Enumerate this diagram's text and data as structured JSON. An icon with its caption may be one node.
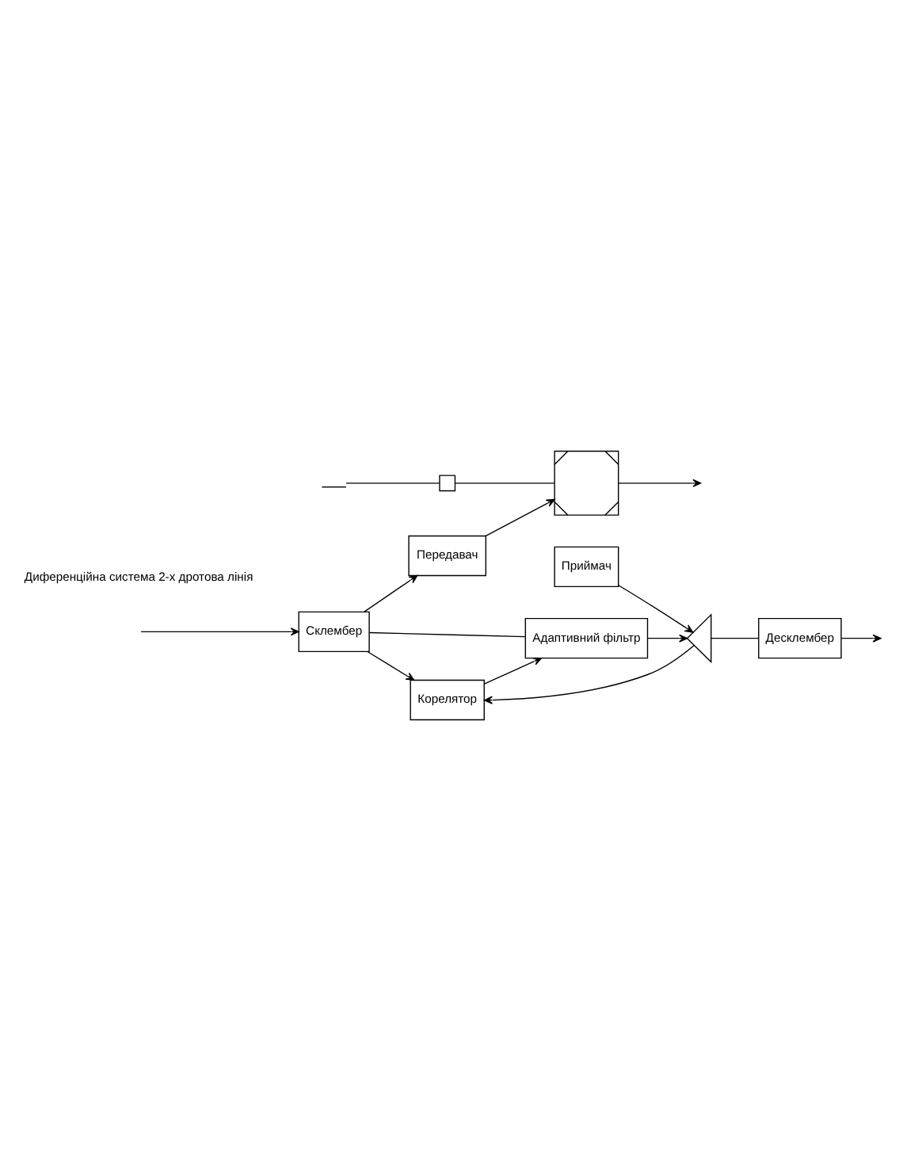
{
  "diagram": {
    "nodes": [
      {
        "text": [
          "Склембер"
        ]
      },
      {
        "text": [
          "Передавач"
        ]
      },
      {
        "text": [
          "Корелятор"
        ]
      },
      {
        "text": [
          "Адаптивний фільтр"
        ]
      },
      {
        "text": [
          "Десклембер"
        ]
      },
      {
        "text": [
          "Приймач"
        ]
      },
      {
        "text": [],
        "shape": "triangle"
      },
      {
        "text": [],
        "shape": "box"
      },
      {
        "text": [],
        "shape": "square"
      },
      {
        "text": [],
        "shape": "ground"
      }
    ],
    "edges": [
      {
        "from": null,
        "to": 0,
        "arrow": "to"
      },
      {
        "from": 0,
        "to": 1,
        "arrow": "to"
      },
      {
        "from": 0,
        "to": 2,
        "arrow": "to"
      },
      {
        "from": 0,
        "to": 3,
        "arrow": "none"
      },
      {
        "from": 2,
        "to": 3,
        "arrow": "to"
      },
      {
        "from": 1,
        "to": 7,
        "arrow": "to"
      },
      {
        "from": 7,
        "to": null,
        "arrow": "to"
      },
      {
        "from": 8,
        "to": 7,
        "arrow": "none"
      },
      {
        "from": 9,
        "to": 8,
        "arrow": "none"
      },
      {
        "from": 3,
        "to": 6,
        "arrow": "to"
      },
      {
        "from": 5,
        "to": 6,
        "arrow": "to"
      },
      {
        "from": 6,
        "to": 2,
        "arrow": "to"
      },
      {
        "from": 6,
        "to": 4,
        "arrow": "none"
      },
      {
        "from": 4,
        "to": null,
        "arrow": "to"
      }
    ],
    "labels": [
      "Диференційна система 2-х дротова лінія"
    ]
  }
}
